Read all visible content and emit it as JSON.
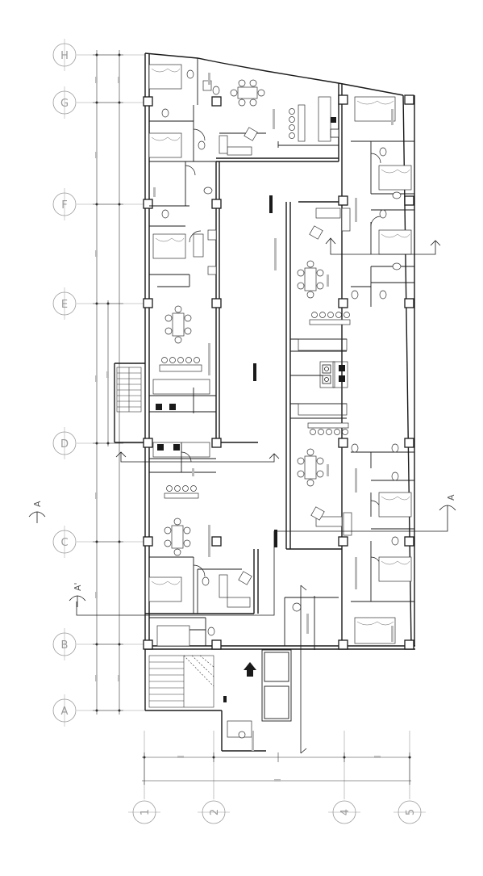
{
  "grid_rows": [
    {
      "label": "H"
    },
    {
      "label": "G"
    },
    {
      "label": "F"
    },
    {
      "label": "E"
    },
    {
      "label": "D"
    },
    {
      "label": "C"
    },
    {
      "label": "B"
    },
    {
      "label": "A"
    }
  ],
  "grid_cols": [
    {
      "label": "1"
    },
    {
      "label": "2"
    },
    {
      "label": "4"
    },
    {
      "label": "5"
    }
  ],
  "section_marks": [
    {
      "label": "A"
    },
    {
      "label": "A'"
    },
    {
      "label": "A"
    }
  ],
  "colors": {
    "wall": "#1a1a1a",
    "furniture": "#444444",
    "grid": "#9a9a9a",
    "hatch": "#bbbbbb"
  }
}
